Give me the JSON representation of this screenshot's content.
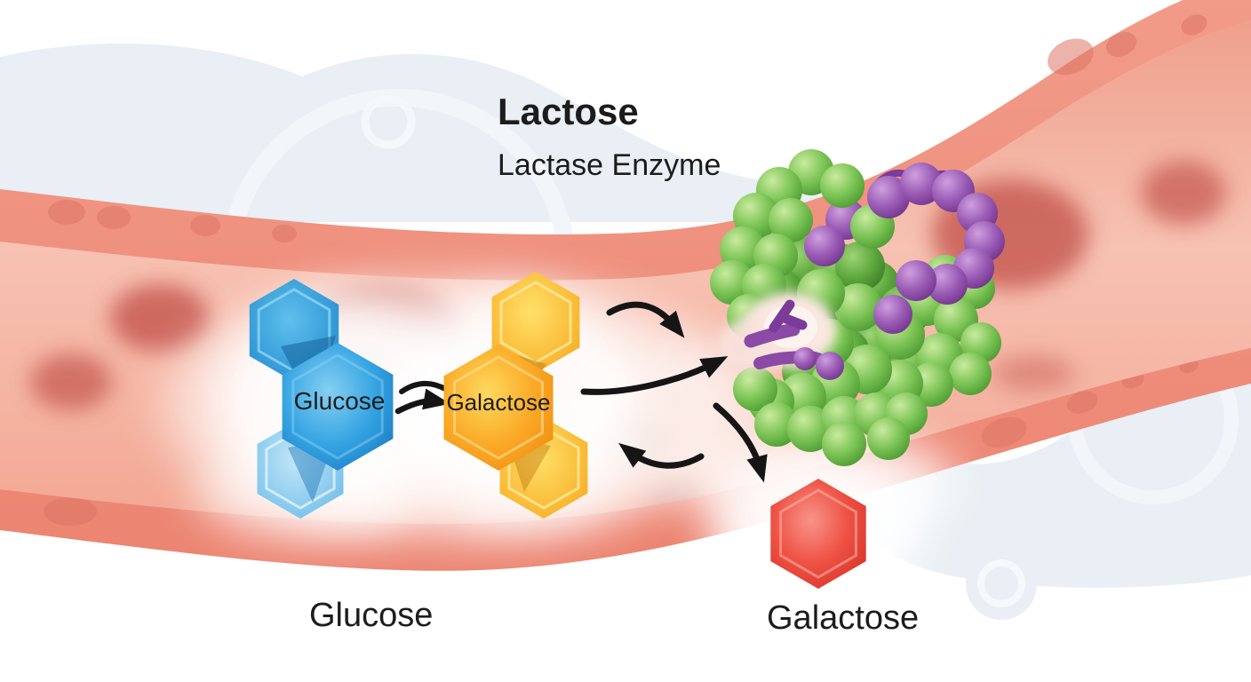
{
  "diagram": {
    "title": "Lactose",
    "subtitle": "Lactase Enzyme",
    "substrate": {
      "glucose_unit_label": "Glucose",
      "galactose_unit_label": "Galactose"
    },
    "products": {
      "glucose_label": "Glucose",
      "galactose_label": "Galactose"
    },
    "colors": {
      "glucose_blue": "#2e9fe0",
      "galactose_orange": "#f9a825",
      "product_galactose_red": "#e8453a",
      "enzyme_green": "#6fbf4e",
      "enzyme_purple": "#9a5cb5",
      "vessel_wall_salmon": "#ef8e7d",
      "vessel_lumen_pink": "#f7c3b4",
      "background_cell_blue": "#e9eff4",
      "arrow_black": "#151515",
      "label_black": "#1c1c1c"
    }
  }
}
